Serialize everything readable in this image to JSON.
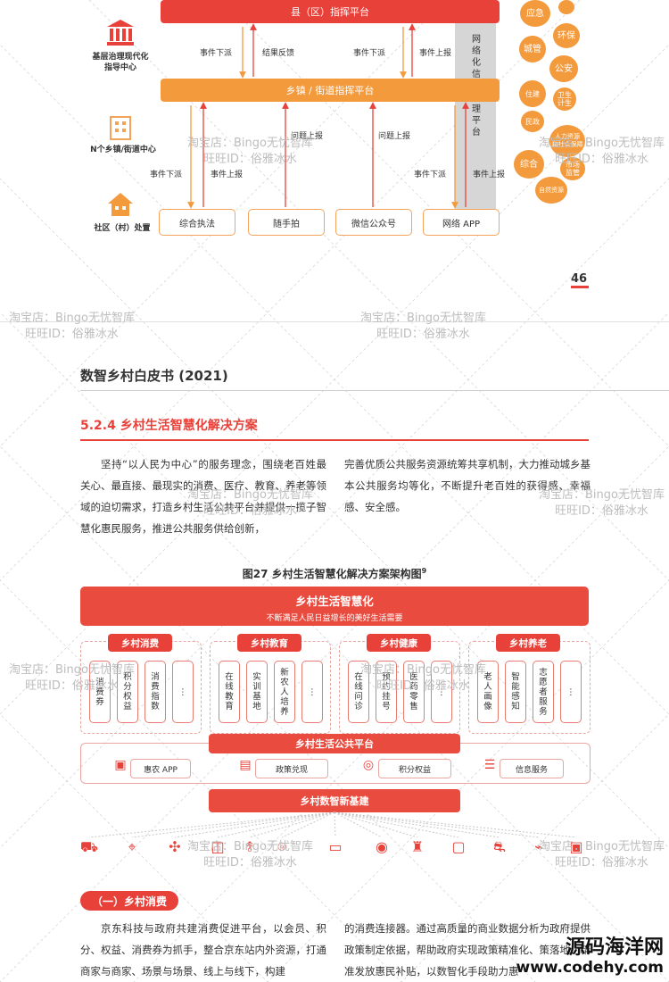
{
  "top_diagram": {
    "county_platform": "县（区）指挥平台",
    "town_platform": "乡镇 / 街道指挥平台",
    "network_platform": "网络化信息管理平台",
    "left_labels": {
      "gov_center": "基层治理现代化\n指导中心",
      "town_center": "N个乡镇/街道中心",
      "village": "社区（村）处置"
    },
    "flow_labels": {
      "event_dispatch": "事件下派",
      "result_feedback": "结果反馈",
      "event_report": "事件上报",
      "issue_report": "问题上报"
    },
    "channels": [
      "综合执法",
      "随手拍",
      "微信公众号",
      "网络 APP"
    ],
    "bubbles": [
      "应急",
      "环保",
      "城管",
      "公安",
      "住建",
      "卫生\n计生",
      "民政",
      "人力资源\n和社会保障",
      "综合",
      "市场\n监管",
      "自然资源"
    ],
    "page_number": "46"
  },
  "doc": {
    "header": "数智乡村白皮书 (2021)",
    "section_title": "5.2.4 乡村生活智慧化解决方案",
    "para_left": "坚持“以人民为中心”的服务理念，围绕老百姓最关心、最直接、最现实的消费、医疗、教育、养老等领域的迫切需求，打造乡村生活公共平台并提供一揽子智慧化惠民服务，推进公共服务供给创新，",
    "para_right": "完善优质公共服务资源统筹共享机制，大力推动城乡基本公共服务均等化，不断提升老百姓的获得感、幸福感、安全感。",
    "figure_title": "图27  乡村生活智慧化解决方案架构图",
    "figure_footnote": "9"
  },
  "architecture": {
    "top_title": "乡村生活智慧化",
    "top_subtitle": "不断满足人民日益增长的美好生活需要",
    "groups": [
      {
        "title": "乡村消费",
        "items": [
          "消费券",
          "积分权益",
          "消费指数",
          "⋮"
        ]
      },
      {
        "title": "乡村教育",
        "items": [
          "在线教育",
          "实训基地",
          "新农人培养",
          "⋮"
        ]
      },
      {
        "title": "乡村健康",
        "items": [
          "在线问诊",
          "预约挂号",
          "医药零售",
          "⋮"
        ]
      },
      {
        "title": "乡村养老",
        "items": [
          "老人画像",
          "智能感知",
          "志愿者服务",
          "⋮"
        ]
      }
    ],
    "platform_title": "乡村生活公共平台",
    "platform_items": [
      {
        "icon": "app-icon",
        "label": "惠农 APP"
      },
      {
        "icon": "document-icon",
        "label": "政策兑现"
      },
      {
        "icon": "coins-icon",
        "label": "积分权益"
      },
      {
        "icon": "server-icon",
        "label": "信息服务"
      }
    ],
    "infra_title": "乡村数智新基建"
  },
  "subsection": {
    "title": "（一）乡村消费",
    "para_left": "京东科技与政府共建消费促进平台，以会员、积分、权益、消费券为抓手，整合京东站内外资源，打通商家与商家、场景与场景、线上与线下，构建",
    "para_right": "的消费连接器。通过高质量的商业数据分析为政府提供政策制定依据，帮助政府实现政策精准化、策落地、精准发放惠民补贴，以数智化手段助力惠"
  },
  "watermark": {
    "line1": "淘宝店：Bingo无忧智库",
    "line2": "旺旺ID：俗雅冰水"
  },
  "corner_brand": {
    "name": "源码海洋网",
    "url": "www.codehy.com"
  },
  "colors": {
    "red": "#e8413a",
    "orange": "#f39a3d"
  }
}
